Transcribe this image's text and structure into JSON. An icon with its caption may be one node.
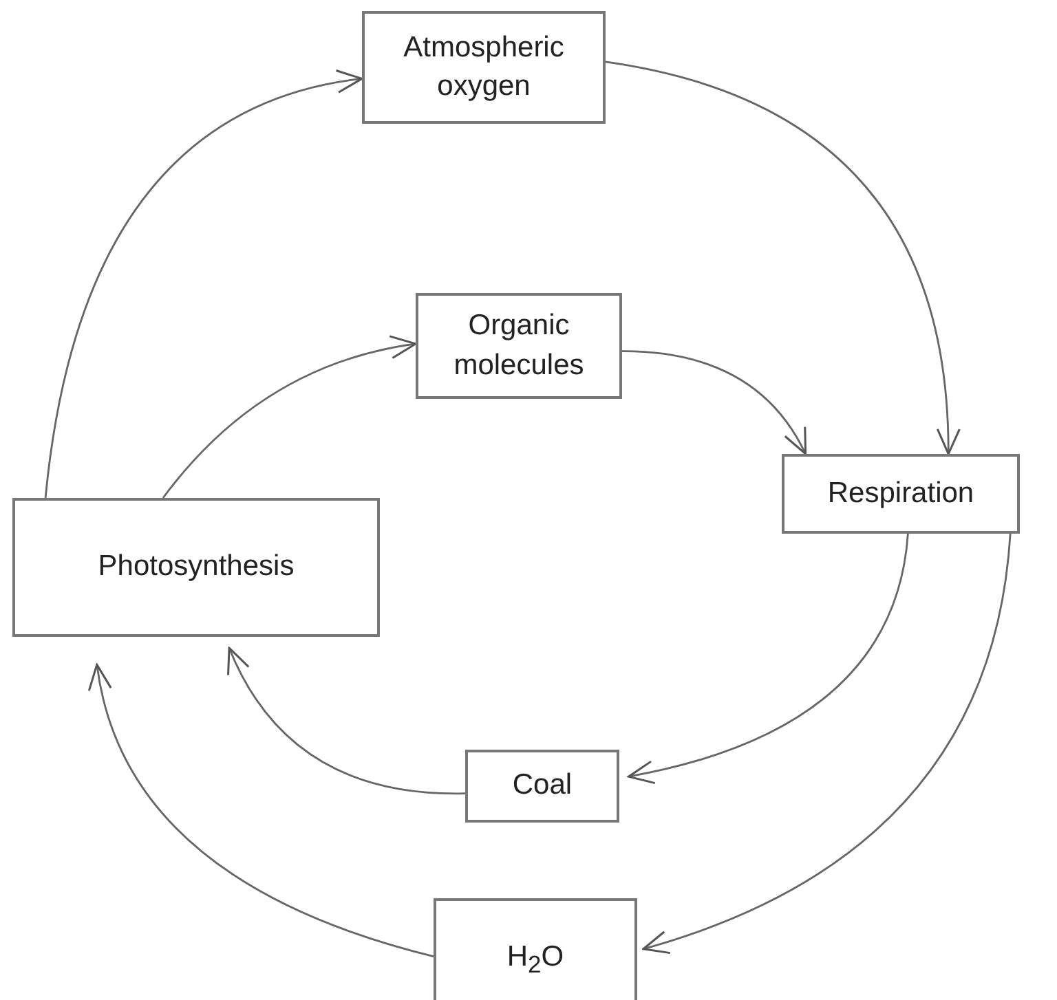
{
  "diagram": {
    "nodes": [
      {
        "text": [
          "Atmospheric oxygen"
        ]
      },
      {
        "text": [
          "Organic molecules"
        ]
      },
      {
        "text": [
          "Respiration"
        ]
      },
      {
        "text": [
          "Photosynthesis"
        ]
      },
      {
        "text": [
          "Coal"
        ]
      },
      {
        "text": [
          "H$_{2}$O"
        ]
      }
    ],
    "edges": [
      {
        "from": 3,
        "to": 0,
        "arrow": "to"
      },
      {
        "from": 3,
        "to": 1,
        "arrow": "to"
      },
      {
        "from": 0,
        "to": 2,
        "arrow": "to"
      },
      {
        "from": 1,
        "to": 2,
        "arrow": "to"
      },
      {
        "from": 2,
        "to": 4,
        "arrow": "to"
      },
      {
        "from": 2,
        "to": 5,
        "arrow": "to"
      },
      {
        "from": 4,
        "to": 3,
        "arrow": "to"
      },
      {
        "from": 5,
        "to": 3,
        "arrow": "to"
      }
    ]
  }
}
